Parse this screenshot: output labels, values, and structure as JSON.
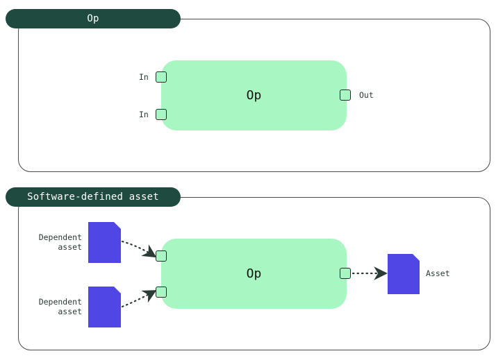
{
  "op_panel": {
    "tab_label": "Op",
    "op_label": "Op",
    "input_labels": [
      "In",
      "In"
    ],
    "output_label": "Out"
  },
  "asset_panel": {
    "tab_label": "Software-defined asset",
    "op_label": "Op",
    "dependent_assets": [
      {
        "line1": "Dependent",
        "line2": "asset"
      },
      {
        "line1": "Dependent",
        "line2": "asset"
      }
    ],
    "output_asset_label": "Asset"
  },
  "colors": {
    "tab_background": "#1f4a3f",
    "op_fill": "#a8f7c2",
    "asset_icon": "#4f46e5",
    "connector": "#2b3a35"
  },
  "icons": {
    "asset": "document-icon"
  }
}
